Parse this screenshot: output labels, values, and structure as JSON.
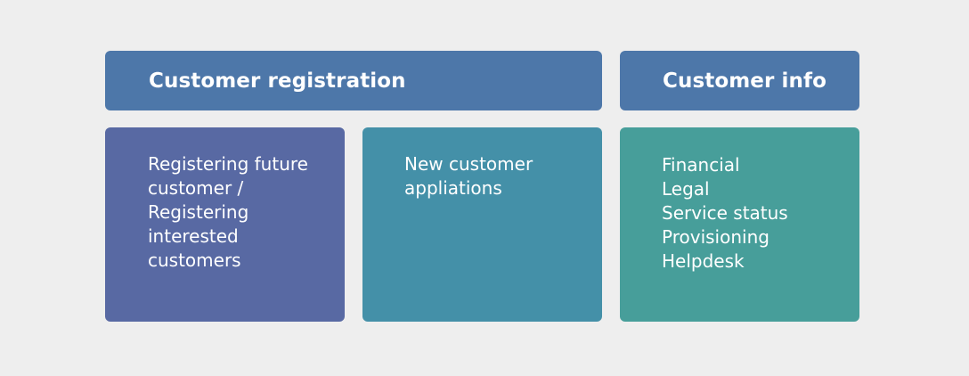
{
  "colors": {
    "background": "#eeeeee",
    "header_blue": "#4d77a9",
    "box_indigo": "#5869a3",
    "box_teal_blue": "#4490a8",
    "box_teal": "#479e9a",
    "text": "#ffffff"
  },
  "headers": {
    "registration": "Customer registration",
    "info": "Customer info"
  },
  "boxes": {
    "future": {
      "lines": [
        "Registering future",
        "customer /",
        "Registering",
        "interested",
        "customers"
      ]
    },
    "new": {
      "lines": [
        "New customer",
        "appliations"
      ]
    },
    "info": {
      "lines": [
        "Financial",
        "Legal",
        "Service status",
        "Provisioning",
        "Helpdesk"
      ]
    }
  }
}
